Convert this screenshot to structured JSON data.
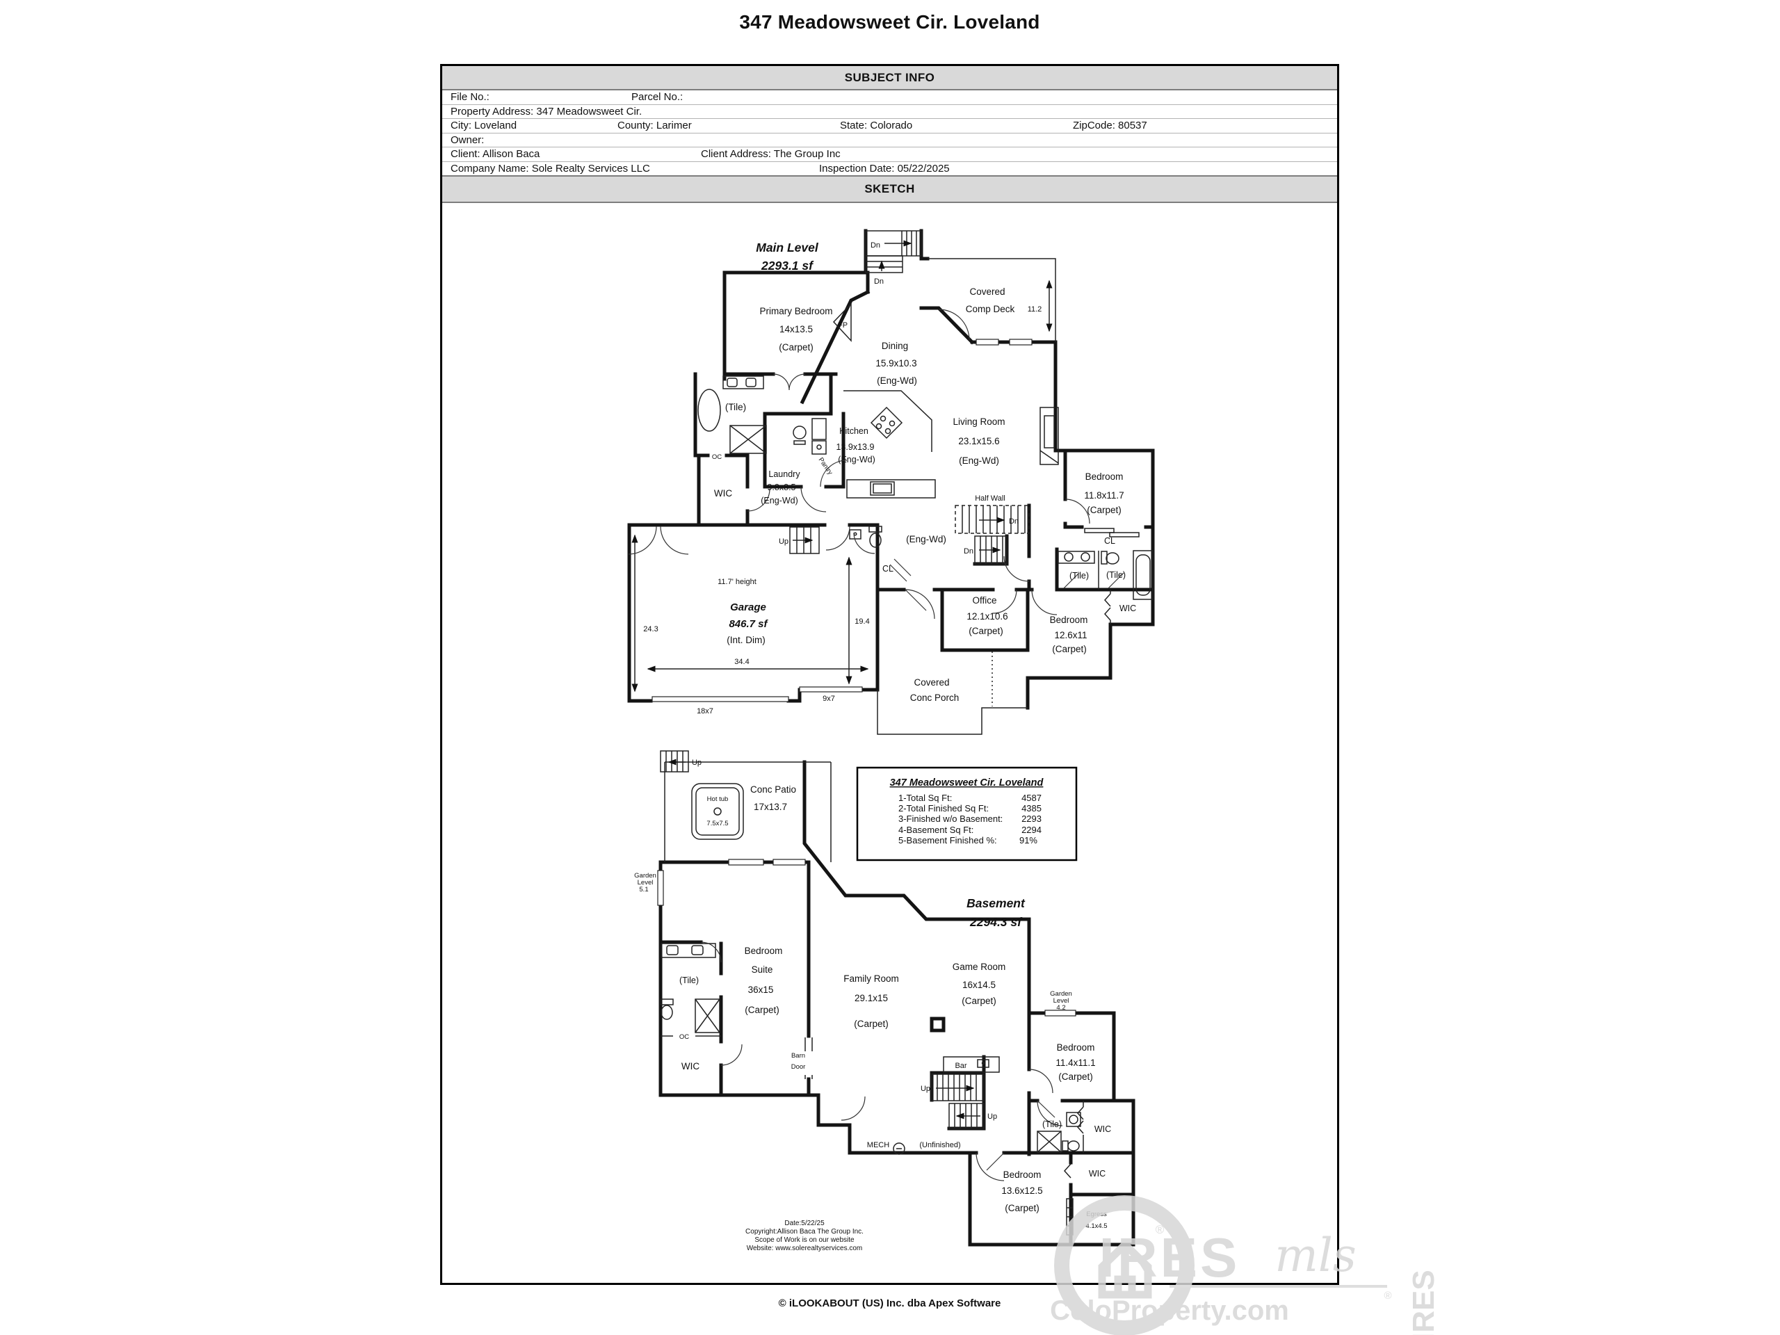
{
  "title": "347 Meadowsweet Cir. Loveland",
  "subject_info": {
    "header": "SUBJECT INFO",
    "file_no": "File No.:",
    "parcel_no": "Parcel No.:",
    "property_address": "Property Address: 347 Meadowsweet Cir.",
    "city": "City: Loveland",
    "county": "County: Larimer",
    "state": "State: Colorado",
    "zipcode": "ZipCode: 80537",
    "owner": "Owner:",
    "client": "Client: Allison Baca",
    "client_address": "Client Address: The Group Inc",
    "company": "Company Name: Sole Realty Services LLC",
    "inspection_date": "Inspection Date: 05/22/2025"
  },
  "sketch": {
    "header": "SKETCH",
    "main": {
      "title": "Main Level",
      "area": "2293.1 sf",
      "dn": "Dn",
      "up": "Up",
      "oc": "OC",
      "cl": "CL",
      "wic": "WIC",
      "fp": "FP",
      "tile": "(Tile)",
      "eng_wd": "(Eng-Wd)",
      "half_wall": "Half Wall",
      "deck": {
        "l1": "Covered",
        "l2": "Comp Deck",
        "depth": "11.2"
      },
      "primary_bedroom": {
        "name": "Primary Bedroom",
        "dim": "14x13.5",
        "floor": "(Carpet)"
      },
      "dining": {
        "name": "Dining",
        "dim": "15.9x10.3",
        "floor": "(Eng-Wd)"
      },
      "living": {
        "name": "Living Room",
        "dim": "23.1x15.6",
        "floor": "(Eng-Wd)"
      },
      "kitchen": {
        "name": "Kitchen",
        "dim": "13.9x13.9",
        "floor": "(Eng-Wd)"
      },
      "laundry": {
        "name": "Laundry",
        "dim": "9.8x8.5",
        "floor": "(Eng-Wd)"
      },
      "pantry": "Pantry",
      "bedroom1": {
        "name": "Bedroom",
        "dim": "11.8x11.7",
        "floor": "(Carpet)"
      },
      "bedroom2": {
        "name": "Bedroom",
        "dim": "12.6x11",
        "floor": "(Carpet)"
      },
      "office": {
        "name": "Office",
        "dim": "12.1x10.6",
        "floor": "(Carpet)"
      },
      "garage": {
        "height": "11.7' height",
        "name": "Garage",
        "area": "846.7 sf",
        "int_dim": "(Int. Dim)",
        "d_left": "24.3",
        "d_right": "19.4",
        "d_width": "34.4",
        "door1": "18x7",
        "door2": "9x7"
      },
      "porch": {
        "l1": "Covered",
        "l2": "Conc Porch"
      }
    },
    "basement": {
      "title": "Basement",
      "area": "2294.3 sf",
      "up": "Up",
      "oc": "OC",
      "wic": "WIC",
      "tile": "(Tile)",
      "patio": {
        "name": "Conc Patio",
        "dim": "17x13.7",
        "hot_tub": "Hot tub",
        "hot_tub_dim": "7.5x7.5"
      },
      "garden_left": {
        "l1": "Garden",
        "l2": "Level",
        "l3": "5.1"
      },
      "garden_right": {
        "l1": "Garden",
        "l2": "Level",
        "l3": "4.2"
      },
      "suite": {
        "l1": "Bedroom",
        "l2": "Suite",
        "dim": "36x15",
        "floor": "(Carpet)"
      },
      "family": {
        "name": "Family Room",
        "dim": "29.1x15",
        "floor": "(Carpet)"
      },
      "game": {
        "name": "Game Room",
        "dim": "16x14.5",
        "floor": "(Carpet)"
      },
      "bedroom3": {
        "name": "Bedroom",
        "dim": "11.4x11.1",
        "floor": "(Carpet)"
      },
      "bedroom4": {
        "name": "Bedroom",
        "dim": "13.6x12.5",
        "floor": "(Carpet)"
      },
      "egress": {
        "name": "Egress",
        "dim": "4.1x4.5"
      },
      "bar": "Bar",
      "barn_door": {
        "l1": "Barn",
        "l2": "Door"
      },
      "mech": "MECH",
      "unfinished": "(Unfinished)"
    },
    "summary": {
      "title": "347 Meadowsweet Cir. Loveland",
      "rows": [
        {
          "label": "1-Total Sq Ft:",
          "value": "4587"
        },
        {
          "label": "2-Total Finished Sq Ft:",
          "value": "4385"
        },
        {
          "label": "3-Finished w/o Basement:",
          "value": "2293"
        },
        {
          "label": "4-Basement Sq Ft:",
          "value": "2294"
        },
        {
          "label": "5-Basement Finished %:",
          "value": "91%"
        }
      ]
    },
    "credits": {
      "l1": "Date:5/22/25",
      "l2": "Copyright:Allison Baca The Group Inc.",
      "l3": "Scope of Work is on our website",
      "l4": "Website: www.solerealtyservices.com"
    }
  },
  "watermark": {
    "brand": "IRES",
    "script": "mls",
    "site": "ColoProperty.com",
    "reg": "®",
    "vertical": "© IRES"
  },
  "footer": "© iLOOKABOUT (US) Inc. dba Apex Software"
}
